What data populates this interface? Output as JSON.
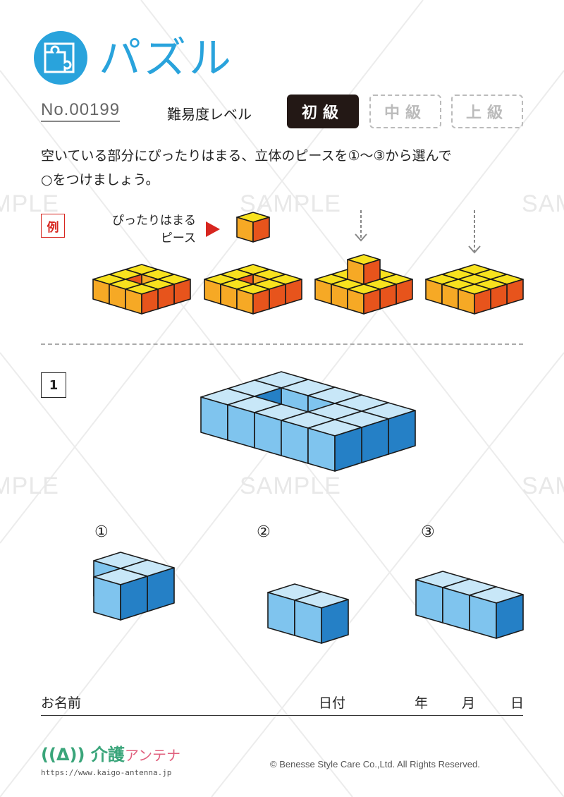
{
  "watermark": "SAMPLE",
  "header": {
    "title": "パズル",
    "icon": "puzzle-icon",
    "number": "No.00199",
    "level_label": "難易度レベル",
    "levels": [
      {
        "label": "初級",
        "active": true
      },
      {
        "label": "中級",
        "active": false
      },
      {
        "label": "上級",
        "active": false
      }
    ]
  },
  "instructions": {
    "line1": "空いている部分にぴったりはまる、立体のピースを①～③から選んで",
    "line2": "○をつけましょう。"
  },
  "example": {
    "badge": "例",
    "fit_line1": "ぴったりはまる",
    "fit_line2": "ピース"
  },
  "question": {
    "number": "1",
    "options": [
      "①",
      "②",
      "③"
    ]
  },
  "name_row": {
    "name_label": "お名前",
    "date_label": "日付",
    "year": "年",
    "month": "月",
    "day": "日"
  },
  "footer": {
    "logo_main": "介護",
    "logo_sub": "アンテナ",
    "url": "https://www.kaigo-antenna.jp",
    "copyright": "© Benesse Style Care Co.,Ltd. All Rights Reserved."
  },
  "colors": {
    "brand": "#29a3dc",
    "red": "#d7261f",
    "blue_top": "#c8e7f8",
    "blue_front": "#7fc4ee",
    "blue_right": "#2580c6",
    "orange_top": "#f8e21e",
    "orange_front": "#f6a925",
    "orange_right": "#e7541c"
  }
}
